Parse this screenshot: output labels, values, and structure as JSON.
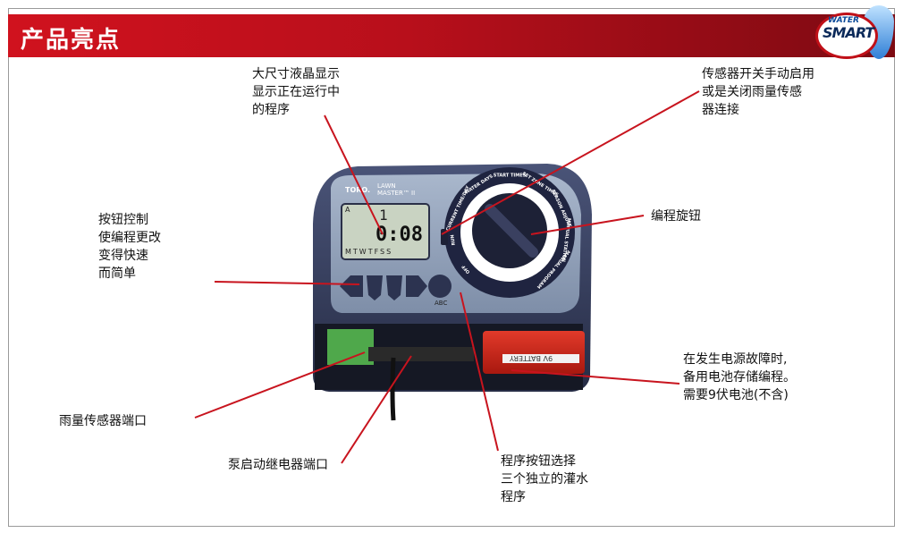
{
  "header": {
    "title": "产品亮点",
    "logo_top": "WATER",
    "logo_bottom": "SMART"
  },
  "device": {
    "brand": "TORO.",
    "model_line1": "LAWN",
    "model_line2": "MASTER™ II",
    "lcd_program": "A",
    "lcd_number": "1",
    "lcd_time": "0:08",
    "lcd_days": "MTWTFSS",
    "abc_label": "ABC",
    "battery_label": "9V BATTERY",
    "dial_labels": [
      "OFF",
      "RUN",
      "CURRENT TIME/DAY",
      "WATER DAYS",
      "START TIMES",
      "SET ZONE TIMES",
      "SEASON ADJUST",
      "MANUAL STATION",
      "MANUAL PROGRAM"
    ]
  },
  "callouts": {
    "lcd": [
      "大尺寸液晶显示",
      "显示正在运行中",
      "的程序"
    ],
    "sensor_switch": [
      "传感器开关手动启用",
      "或是关闭雨量传感",
      "器连接"
    ],
    "dial": [
      "编程旋钮"
    ],
    "buttons": [
      "按钮控制",
      "使编程更改",
      "变得快速",
      "而简单"
    ],
    "battery": [
      "在发生电源故障时,",
      "备用电池存储编程。",
      "需要9伏电池(不含)"
    ],
    "rain_sensor": [
      "雨量传感器端口"
    ],
    "pump": [
      "泵启动继电器端口"
    ],
    "program_button": [
      "程序按钮选择",
      "三个独立的灌水",
      "程序"
    ]
  }
}
